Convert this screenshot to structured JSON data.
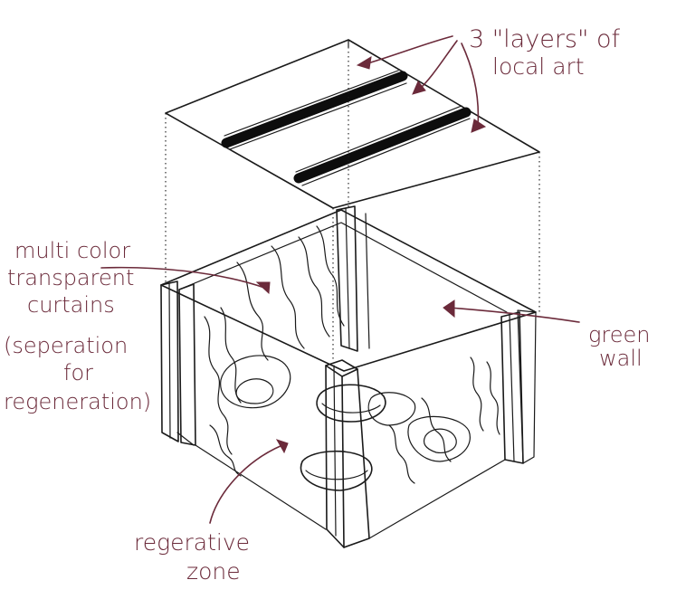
{
  "annotations": {
    "layers_line1": "3 \"layers\" of",
    "layers_line2": "local art",
    "curtains_line1": "multi color",
    "curtains_line2": "transparent",
    "curtains_line3": "curtains",
    "curtains_line4": "(seperation",
    "curtains_line5": "for",
    "curtains_line6": "regeneration)",
    "green_line1": "green",
    "green_line2": "wall",
    "zone_line1": "regerative",
    "zone_line2": "zone"
  },
  "colors": {
    "ink": "#1a1a1a",
    "annotation": "#6b2a3a",
    "background": "#ffffff"
  }
}
